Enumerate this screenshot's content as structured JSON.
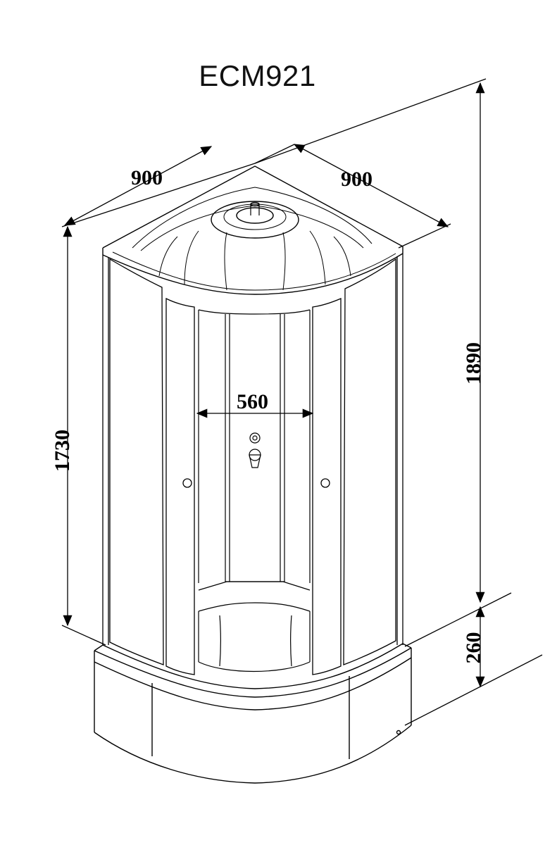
{
  "title": "ECM921",
  "dimensions": {
    "width_left": "900",
    "width_right": "900",
    "door_opening": "560",
    "glass_height": "1730",
    "total_height": "1890",
    "tray_height": "260"
  },
  "colors": {
    "line": "#000000",
    "background": "#ffffff"
  }
}
